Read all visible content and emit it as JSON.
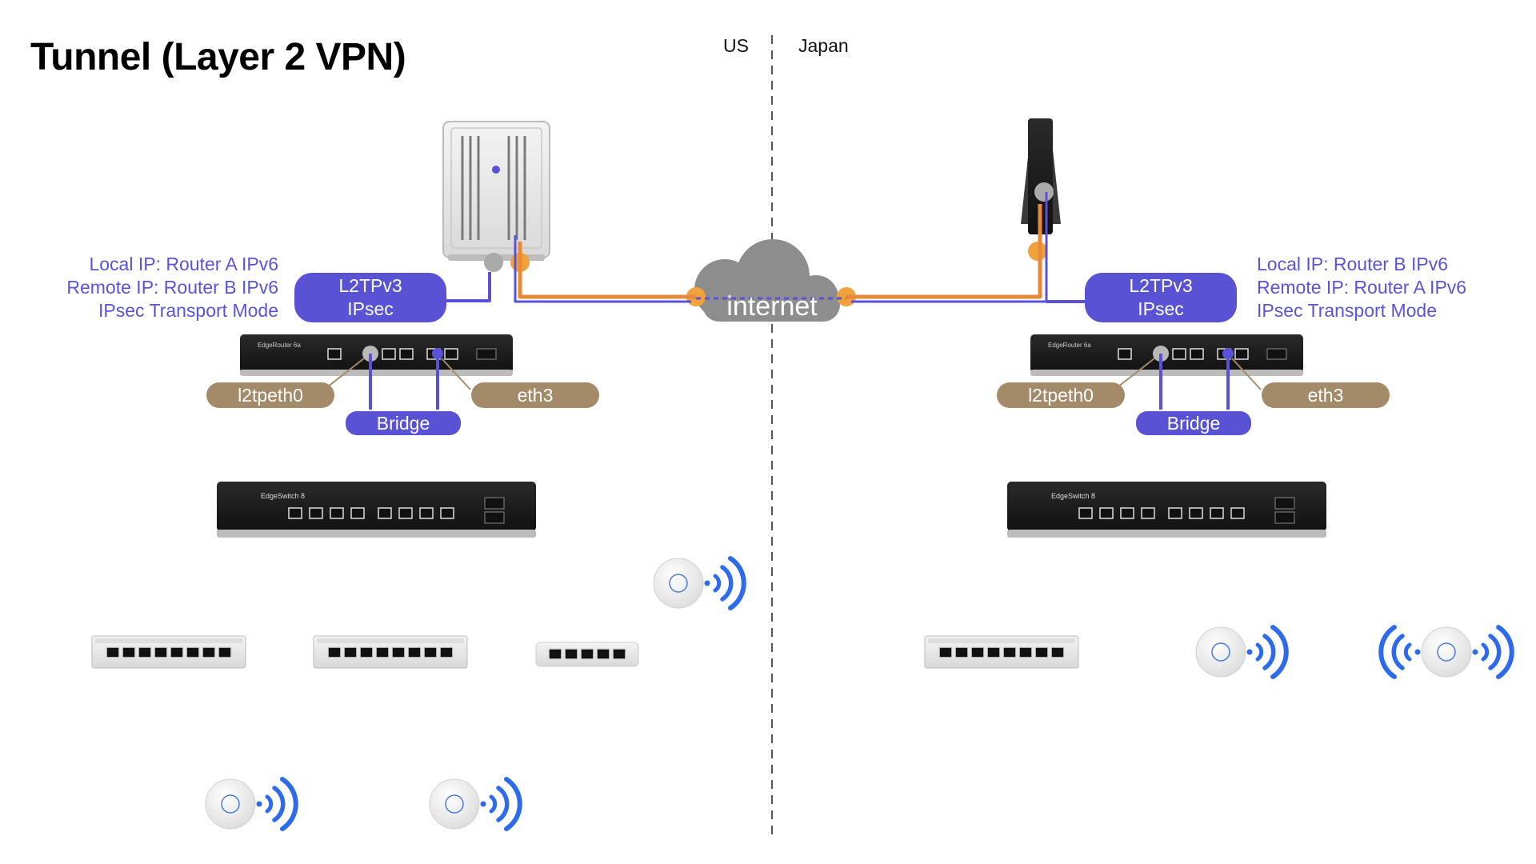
{
  "title": "Tunnel (Layer 2 VPN)",
  "regions": {
    "left": "US",
    "right": "Japan"
  },
  "cloud_label": "internet",
  "site_a": {
    "info": [
      "Local IP: Router A IPv6",
      "Remote IP: Router B IPv6",
      "IPsec Transport Mode"
    ],
    "tunnel": {
      "line1": "L2TPv3",
      "line2": "IPsec"
    },
    "port_left": "l2tpeth0",
    "port_right": "eth3",
    "bridge": "Bridge",
    "router_label": "EdgeRouter 6a",
    "switch_label": "EdgeSwitch 8"
  },
  "site_b": {
    "info": [
      "Local IP: Router B IPv6",
      "Remote IP: Router A IPv6",
      "IPsec Transport Mode"
    ],
    "tunnel": {
      "line1": "L2TPv3",
      "line2": "IPsec"
    },
    "port_left": "l2tpeth0",
    "port_right": "eth3",
    "bridge": "Bridge",
    "router_label": "EdgeRouter 6a",
    "switch_label": "EdgeSwitch 8"
  },
  "colors": {
    "accent": "#5a52d5",
    "port_tag": "#a38a68",
    "wan_line": "#e8883a",
    "tunnel_line": "#5a52d5",
    "cloud": "#8d8d8d",
    "wifi": "#2e6bea"
  }
}
